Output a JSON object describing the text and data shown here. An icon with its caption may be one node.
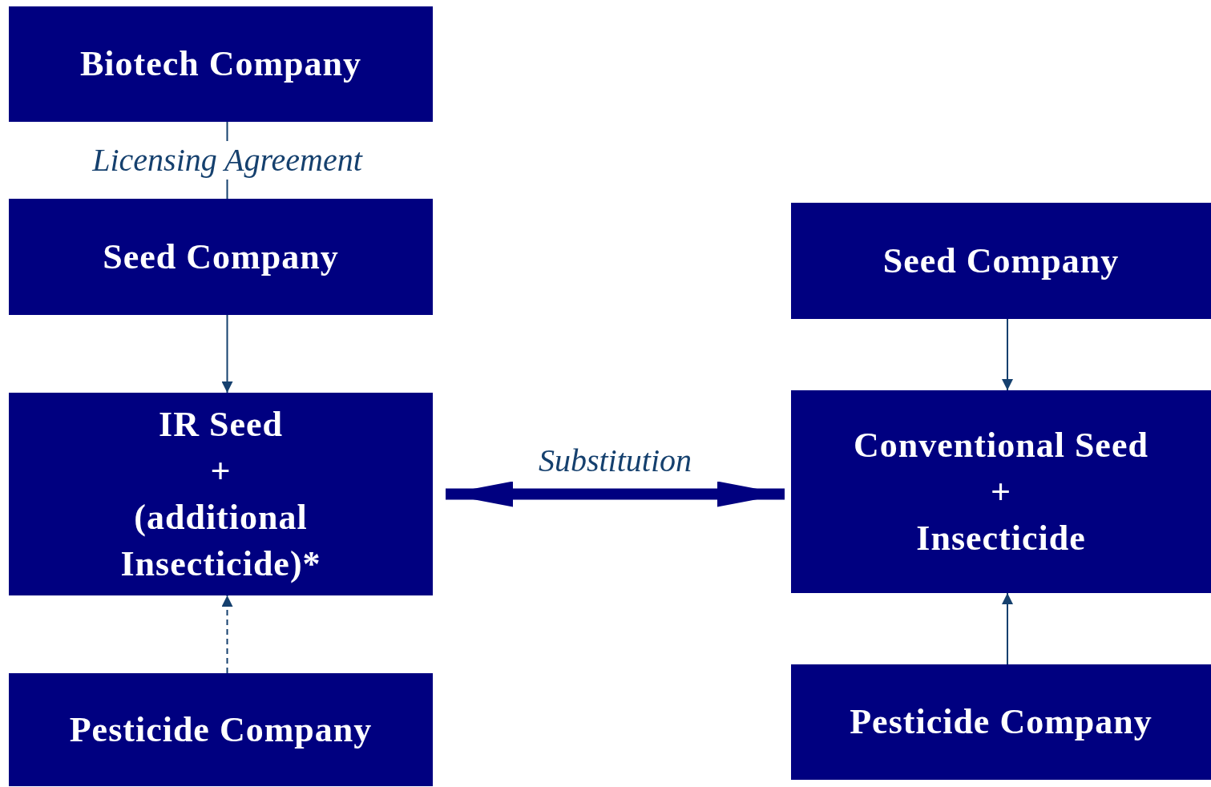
{
  "diagram": {
    "nodes": [
      {
        "text": [
          "Biotech Company"
        ]
      },
      {
        "text": [
          "Seed Company"
        ]
      },
      {
        "text": [
          "IR Seed",
          "+",
          "(additional Insecticide)*"
        ]
      },
      {
        "text": [
          "Pesticide Company"
        ]
      },
      {
        "text": [
          "Seed Company"
        ]
      },
      {
        "text": [
          "Conventional Seed",
          "+",
          "Insecticide"
        ]
      },
      {
        "text": [
          "Pesticide Company"
        ]
      }
    ],
    "edges": [
      {
        "from": 0,
        "to": 1,
        "arrow": "none",
        "label": "Licensing Agreement"
      },
      {
        "from": 1,
        "to": 2,
        "arrow": "to"
      },
      {
        "from": 3,
        "to": 2,
        "arrow": "to",
        "style": "dashed"
      },
      {
        "from": 2,
        "to": 5,
        "arrow": "both",
        "label": "Substitution",
        "style": "thick",
        "color": "#000080"
      },
      {
        "from": 4,
        "to": 5,
        "arrow": "to"
      },
      {
        "from": 6,
        "to": 5,
        "arrow": "to"
      }
    ]
  }
}
